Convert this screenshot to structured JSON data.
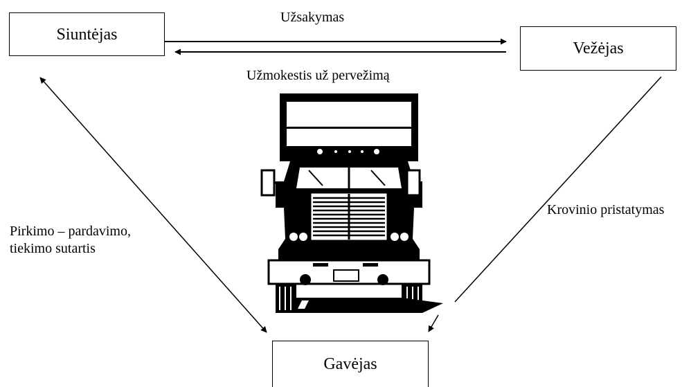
{
  "nodes": {
    "sender": "Siuntėjas",
    "carrier": "Vežėjas",
    "receiver": "Gavėjas"
  },
  "edges": {
    "order": "Užsakymas",
    "payment": "Užmokestis už pervežimą",
    "delivery": "Krovinio pristatymas",
    "contract_line1": "Pirkimo – pardavimo,",
    "contract_line2": "tiekimo sutartis"
  },
  "illustration": {
    "icon": "truck-front-icon"
  },
  "colors": {
    "ink": "#000000",
    "paper": "#ffffff"
  }
}
